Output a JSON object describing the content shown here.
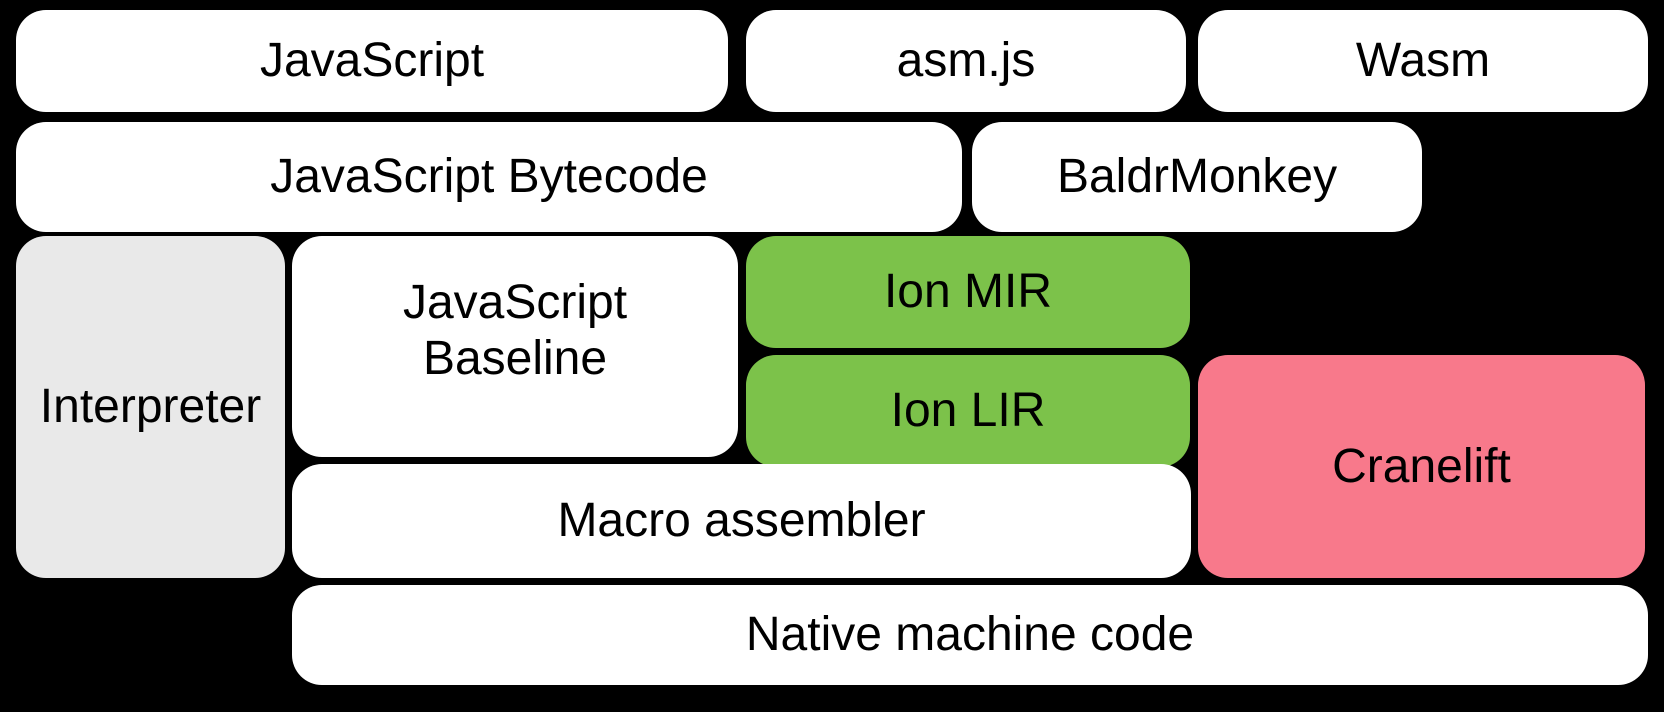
{
  "diagram": {
    "description": "JavaScript engine compilation pipeline diagram",
    "colors": {
      "background": "#000000",
      "box_default": "#ffffff",
      "box_interpreter": "#e9e9e9",
      "box_ion": "#7cc24a",
      "box_cranelift": "#f8798b",
      "label_text": "#000000"
    },
    "nodes": {
      "javascript": {
        "label": "JavaScript"
      },
      "asmjs": {
        "label": "asm.js"
      },
      "wasm": {
        "label": "Wasm"
      },
      "bytecode": {
        "label": "JavaScript Bytecode"
      },
      "baldrmonkey": {
        "label": "BaldrMonkey"
      },
      "interpreter": {
        "label": "Interpreter"
      },
      "baseline": {
        "label": "JavaScript Baseline"
      },
      "ion_mir": {
        "label": "Ion MIR"
      },
      "ion_lir": {
        "label": "Ion LIR"
      },
      "cranelift": {
        "label": "Cranelift"
      },
      "macro_assembler": {
        "label": "Macro assembler"
      },
      "native": {
        "label": "Native machine code"
      }
    }
  }
}
